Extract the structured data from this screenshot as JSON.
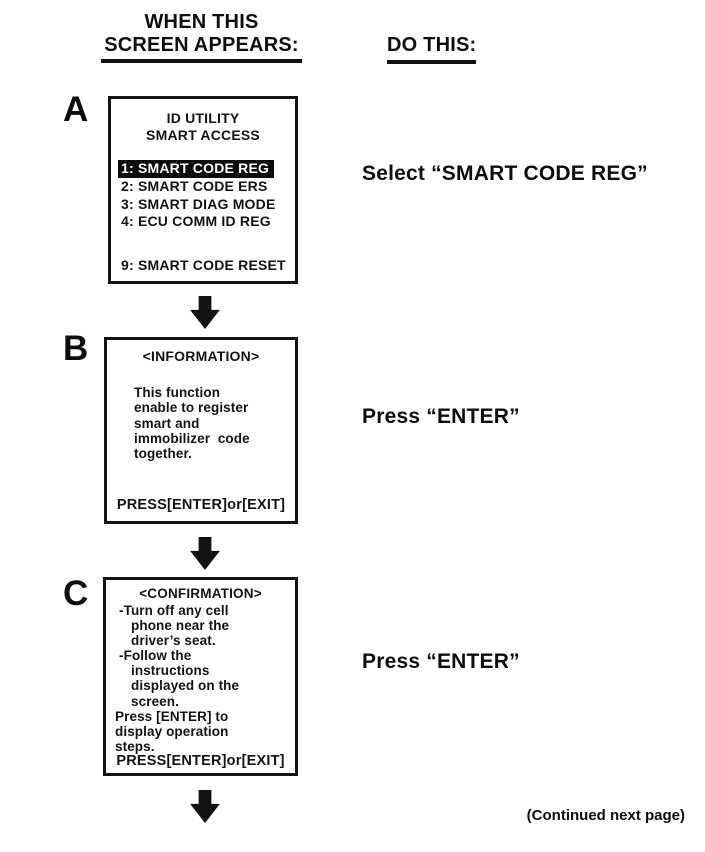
{
  "colors": {
    "paper": "#ffffff",
    "ink": "#111111",
    "highlight_bg": "#0c0c0c",
    "highlight_text": "#ffffff"
  },
  "header": {
    "left_line1": "WHEN THIS",
    "left_line2": "SCREEN APPEARS:",
    "right": "DO THIS:"
  },
  "icons": {
    "down_arrow": "solid-black-down-arrow"
  },
  "steps": [
    {
      "label": "A",
      "action": "Select “SMART CODE REG”",
      "screen": {
        "title_line1": "ID UTILITY",
        "title_line2": "SMART ACCESS",
        "menu": [
          {
            "text": "1: SMART CODE REG",
            "highlighted": true
          },
          {
            "text": "2: SMART CODE ERS",
            "highlighted": false
          },
          {
            "text": "3: SMART DIAG MODE",
            "highlighted": false
          },
          {
            "text": "4: ECU COMM ID REG",
            "highlighted": false
          },
          {
            "text": "9: SMART CODE RESET",
            "highlighted": false
          }
        ]
      }
    },
    {
      "label": "B",
      "action": "Press “ENTER”",
      "screen": {
        "title": "<INFORMATION>",
        "body_lines": [
          "This function",
          "enable to register",
          "smart and",
          "immobilizer  code",
          "together."
        ],
        "footer": "PRESS[ENTER]or[EXIT]"
      }
    },
    {
      "label": "C",
      "action": "Press “ENTER”",
      "screen": {
        "title": "<CONFIRMATION>",
        "body_lines": [
          {
            "text": "-Turn off any cell",
            "style": "bullet"
          },
          {
            "text": "phone near the",
            "style": "cont"
          },
          {
            "text": "driver’s seat.",
            "style": "cont"
          },
          {
            "text": "-Follow the",
            "style": "bullet"
          },
          {
            "text": "instructions",
            "style": "cont"
          },
          {
            "text": "displayed on the",
            "style": "cont"
          },
          {
            "text": "screen.",
            "style": "cont"
          },
          {
            "text": "Press [ENTER] to",
            "style": "plain"
          },
          {
            "text": "display operation",
            "style": "plain"
          },
          {
            "text": "steps.",
            "style": "plain"
          }
        ],
        "footer": "PRESS[ENTER]or[EXIT]"
      }
    }
  ],
  "footer": {
    "continued_note": "(Continued next page)"
  }
}
